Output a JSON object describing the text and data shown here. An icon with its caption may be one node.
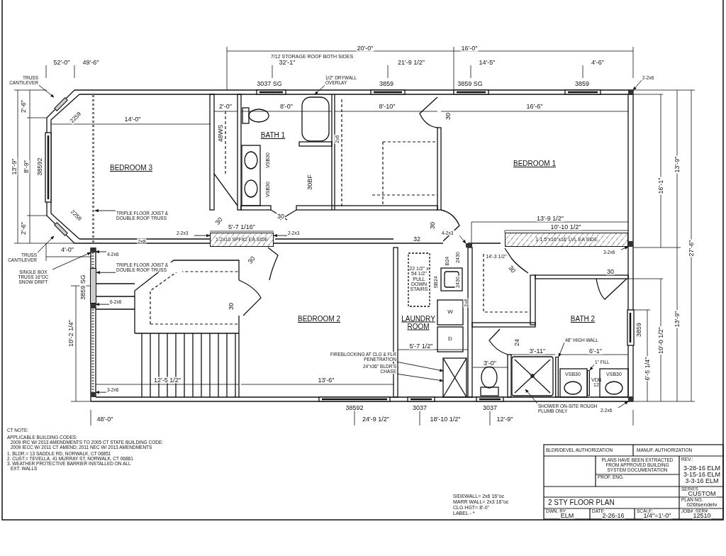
{
  "diagram": {
    "nodes": [
      {
        "text": [
          "TRUSS CANTILEVER"
        ]
      },
      {
        "text": [
          "1/2\" DRYWALL OVERLAY"
        ]
      },
      {
        "text": [
          "2-2x6"
        ]
      },
      {
        "text": [
          "TRIPLE FLOOR JOIST & DOUBLE ROOF TRUSS"
        ]
      },
      {
        "text": [
          "2-2x3"
        ]
      },
      {
        "text": [
          "2-2x3"
        ]
      },
      {
        "text": [
          "TRUSS CANTILEVER"
        ]
      },
      {
        "text": [
          "SINGLE BOX TRUSS 16\"OC SNOW DRIFT"
        ]
      },
      {
        "text": [
          "4-2x6"
        ]
      },
      {
        "text": [
          "TRIPLE FLOOR JOIST & DOUBLE ROOF TRUSS"
        ]
      },
      {
        "text": [
          "6-2x6"
        ]
      },
      {
        "text": [
          "3-2x6"
        ]
      },
      {
        "text": [
          "4-2x3"
        ]
      },
      {
        "text": [
          "3-2x6"
        ]
      },
      {
        "text": [
          "FIREBLOCKING AT CLG & FLR PENETRATION"
        ]
      },
      {
        "text": [
          "24\"x36\" BLDR'S CHASE"
        ]
      },
      {
        "text": [
          "48\" HIGH WALL"
        ]
      },
      {
        "text": [
          "1\" FILL"
        ]
      },
      {
        "text": [
          "SHOWER ON-SITE ROUGH PLUMB ONLY"
        ]
      },
      {
        "text": [
          "2-2x6"
        ]
      },
      {
        "text": [
          "1-2x10 SPF#2 EA SIDE"
        ]
      },
      {
        "text": [
          "1-1.5\"x16\"x16' LVL EA SIDE"
        ]
      },
      {
        "text": [],
        "shape": "box"
      },
      {
        "text": [],
        "shape": "bar"
      },
      {
        "text": [],
        "shape": "bar"
      },
      {
        "text": [],
        "shape": "box"
      },
      {
        "text": [],
        "shape": "bar"
      },
      {
        "text": [],
        "shape": "box"
      },
      {
        "text": [],
        "shape": "box"
      },
      {
        "text": [],
        "shape": "box"
      },
      {
        "text": [],
        "shape": "box"
      },
      {
        "text": [],
        "shape": "bar"
      },
      {
        "text": [],
        "shape": "bar"
      },
      {
        "text": [],
        "shape": "box"
      },
      {
        "text": [],
        "shape": "bar"
      }
    ],
    "edges": [
      {
        "from": 0,
        "to": 23,
        "arrow": "to"
      },
      {
        "from": 1,
        "to": null,
        "arrow": "to"
      },
      {
        "from": 2,
        "to": 22,
        "arrow": "to"
      },
      {
        "from": 3,
        "to": 34,
        "arrow": "to"
      },
      {
        "from": 4,
        "to": 20,
        "arrow": "to"
      },
      {
        "from": 5,
        "to": 20,
        "arrow": "to"
      },
      {
        "from": 6,
        "to": 24,
        "arrow": "to"
      },
      {
        "from": 7,
        "to": 25,
        "arrow": "to"
      },
      {
        "from": 8,
        "to": 25,
        "arrow": "to"
      },
      {
        "from": 9,
        "to": 26,
        "arrow": "to"
      },
      {
        "from": 10,
        "to": 27,
        "arrow": "to"
      },
      {
        "from": 11,
        "to": 28,
        "arrow": "to"
      },
      {
        "from": 12,
        "to": 29,
        "arrow": "to"
      },
      {
        "from": 13,
        "to": 30,
        "arrow": "to"
      },
      {
        "from": 14,
        "to": null,
        "arrow": "to"
      },
      {
        "from": 15,
        "to": null,
        "arrow": "to"
      },
      {
        "from": 16,
        "to": 31,
        "arrow": "to"
      },
      {
        "from": 17,
        "to": 32,
        "arrow": "to"
      },
      {
        "from": 18,
        "to": null,
        "arrow": "to"
      },
      {
        "from": 19,
        "to": 33,
        "arrow": "to"
      }
    ],
    "labels": [
      "20'-0\"",
      "16'-0\"",
      "7/12 STORAGE ROOF BOTH SIDES",
      "52'-0\"",
      "49'-6\"",
      "32'-1\"",
      "21'-9 1/2\"",
      "14'-5\"",
      "4'-6\"",
      "3037 SG",
      "3859",
      "3859 SG",
      "3859",
      "2'-6\"",
      "2259",
      "2'-0\"",
      "8'-0\"",
      "8'-10\"",
      "16'-6\"",
      "30",
      "14'-0\"",
      "48WS",
      "BATH 1",
      "2x6",
      "VSB30",
      "13'-9\"",
      "8'-9\"",
      "38592",
      "BEDROOM 3",
      "BEDROOM 1",
      "30BF",
      "VSB30",
      "16'-1\"",
      "13'-9\"",
      "30",
      "13'-9 1/2\"",
      "30",
      "5'-7 1/16\"",
      "30",
      "10'-10 1/2\"",
      "2'-6\"",
      "2259",
      "32",
      "2x8",
      "27'-6\"",
      "4'-0\"",
      "14'-3 1/2\"",
      "B24",
      "2430",
      "30",
      "22 1/2\" x 54 1/2\" PULL DOWN STAIRS",
      "SB24",
      "2430",
      "3859 SG",
      "30",
      "30",
      "2x6",
      "30",
      "BEDROOM 2",
      "LAUNDRY ROOM",
      "W",
      "BATH 2",
      "3859",
      "10'-2 1/4\"",
      "D",
      "10'-0 1/2\"",
      "13'-9\"",
      "24",
      "5'-7 1/2\"",
      "3'-11\"",
      "6'-1\"",
      "3'-0\"",
      "6'-5 1/4\"",
      "VSB30",
      "VSB30",
      "VDB 12",
      "12'-5 1/2\"",
      "13'-6\"",
      "38592",
      "3037",
      "3037",
      "48'-0\"",
      "24'-9 1/2\"",
      "18'-10 1/2\"",
      "12'-9\"",
      "CT NOTE:",
      "APPLICABLE BUILDING CODES:",
      "2009 IRC W/ 2013 AMENDMENTS TO 2005 CT STATE BUILDING CODE:",
      "2009 IECC W/ 2011 CT AMEND; 2011 NEC W/ 2013 AMENDMENTS",
      "1. BLDR.= 13 SADDLE RD, NORWALK, CT 06851",
      "2. CUST.= TEVELLA, 41 MURRAY ST, NORWALK, CT 06881",
      "3. WEATHER PROTECTIVE BARRIER INSTALLED ON ALL",
      "EXT. WALLS",
      "SIDEWALL= 2x6 16\"oc",
      "MARR WALL= 2x3 16\"oc",
      "CLG HGT= 8'-0\"",
      "LABEL - *",
      "BLDR/DEVEL AUTHORIZATION",
      "MANUF. AUTHORIZATION",
      "PLANS HAVE BEEN EXTRACTED FROM APPROVED BUILDING SYSTEM DOCUMENTATION",
      "PROF. ENG.",
      "REV.:",
      "3-28-16 ELM",
      "3-15-16 ELM",
      "3-3-16 ELM",
      "SERIES",
      "CUSTOM",
      "2 STY FLOOR PLAN",
      "PLAN NO.",
      "026tsendelv",
      "DWN. BY:",
      "ELM",
      "DATE:",
      "2-26-16",
      "SCALE:",
      "1/4\"=1'-0\"",
      "JOB#_SER#:",
      "12510"
    ]
  }
}
